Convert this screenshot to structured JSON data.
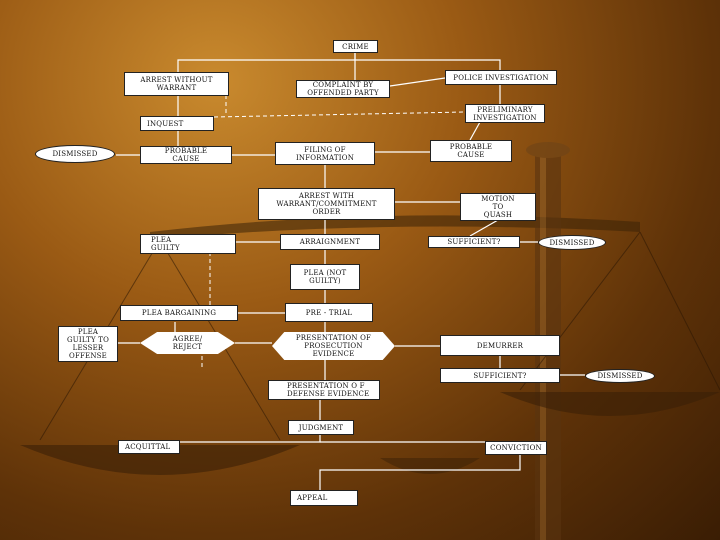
{
  "nodes": {
    "crime": "CRIME",
    "arrest_without_warrant": "ARREST WITHOUT\nWARRANT",
    "complaint_by_offended_party": "COMPLAINT BY\nOFFENDED PARTY",
    "police_investigation": "POLICE INVESTIGATION",
    "preliminary_investigation": "PRELIMINARY\nINVESTIGATION",
    "inquest": "INQUEST",
    "dismissed_1": "DISMISSED",
    "probable_cause_1": "PROBABLE\nCAUSE",
    "filing_of_information": "FILING OF\nINFORMATION",
    "probable_cause_2": "PROBABLE\nCAUSE",
    "arrest_with_warrant": "ARREST WITH\nWARRANT/COMMITMENT\nORDER",
    "motion_to_quash": "MOTION\nTO\nQUASH",
    "plea_guilty": "PLEA\nGUILTY",
    "arraignment": "ARRAIGNMENT",
    "sufficient_1": "SUFFICIENT?",
    "dismissed_2": "DISMISSED",
    "plea_not_guilty": "PLEA (NOT\nGUILTY)",
    "plea_bargaining": "PLEA BARGAINING",
    "pre_trial": "PRE - TRIAL",
    "plea_guilty_lesser": "PLEA\nGUILTY TO\nLESSER\nOFFENSE",
    "agree_reject": "AGREE/\nREJECT",
    "presentation_prosecution": "PRESENTATION OF\nPROSECUTION\nEVIDENCE",
    "demurrer": "DEMURRER",
    "sufficient_2": "SUFFICIENT?",
    "dismissed_3": "DISMISSED",
    "presentation_defense": "PRESENTATION O       F\nDEFENSE EVIDENCE",
    "judgment": "JUDGMENT",
    "acquittal": "ACQUITTAL",
    "conviction": "CONVICTION",
    "appeal": "APPEAL"
  }
}
